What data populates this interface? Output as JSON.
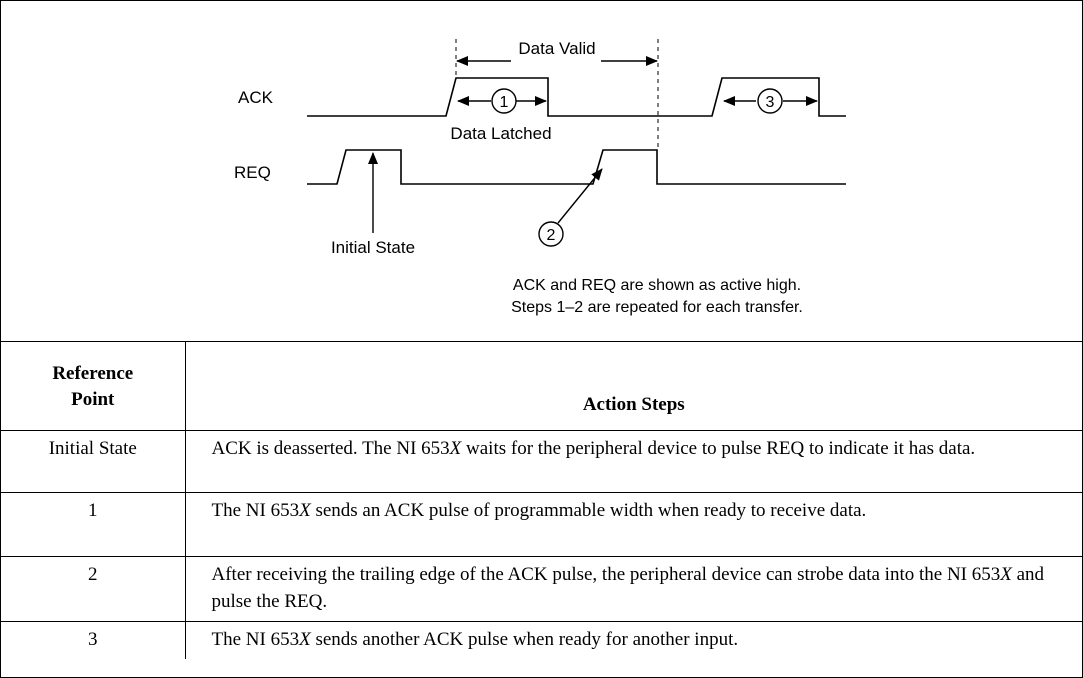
{
  "diagram": {
    "signals": {
      "ack": "ACK",
      "req": "REQ"
    },
    "labels": {
      "data_valid": "Data Valid",
      "data_latched": "Data Latched",
      "initial_state": "Initial State"
    },
    "callouts": [
      "1",
      "2",
      "3"
    ],
    "notes": [
      "ACK and REQ are shown as active high.",
      "Steps 1–2 are repeated for each transfer."
    ]
  },
  "table": {
    "headers": {
      "ref_line1": "Reference",
      "ref_line2": "Point",
      "action": "Action Steps"
    },
    "rows": [
      {
        "ref": "Initial State",
        "pre": "ACK is deasserted. The NI 653",
        "ital": "X",
        "post": " waits for the peripheral device to pulse REQ to indicate it has data."
      },
      {
        "ref": "1",
        "pre": "The NI 653",
        "ital": "X",
        "post": " sends an ACK pulse of programmable width when ready to receive data."
      },
      {
        "ref": "2",
        "pre": "After receiving the trailing edge of the ACK pulse, the peripheral device can strobe data into the NI 653",
        "ital": "X",
        "post": " and pulse the REQ."
      },
      {
        "ref": "3",
        "pre": "The NI 653",
        "ital": "X",
        "post": " sends another ACK pulse when ready for another input."
      }
    ]
  }
}
